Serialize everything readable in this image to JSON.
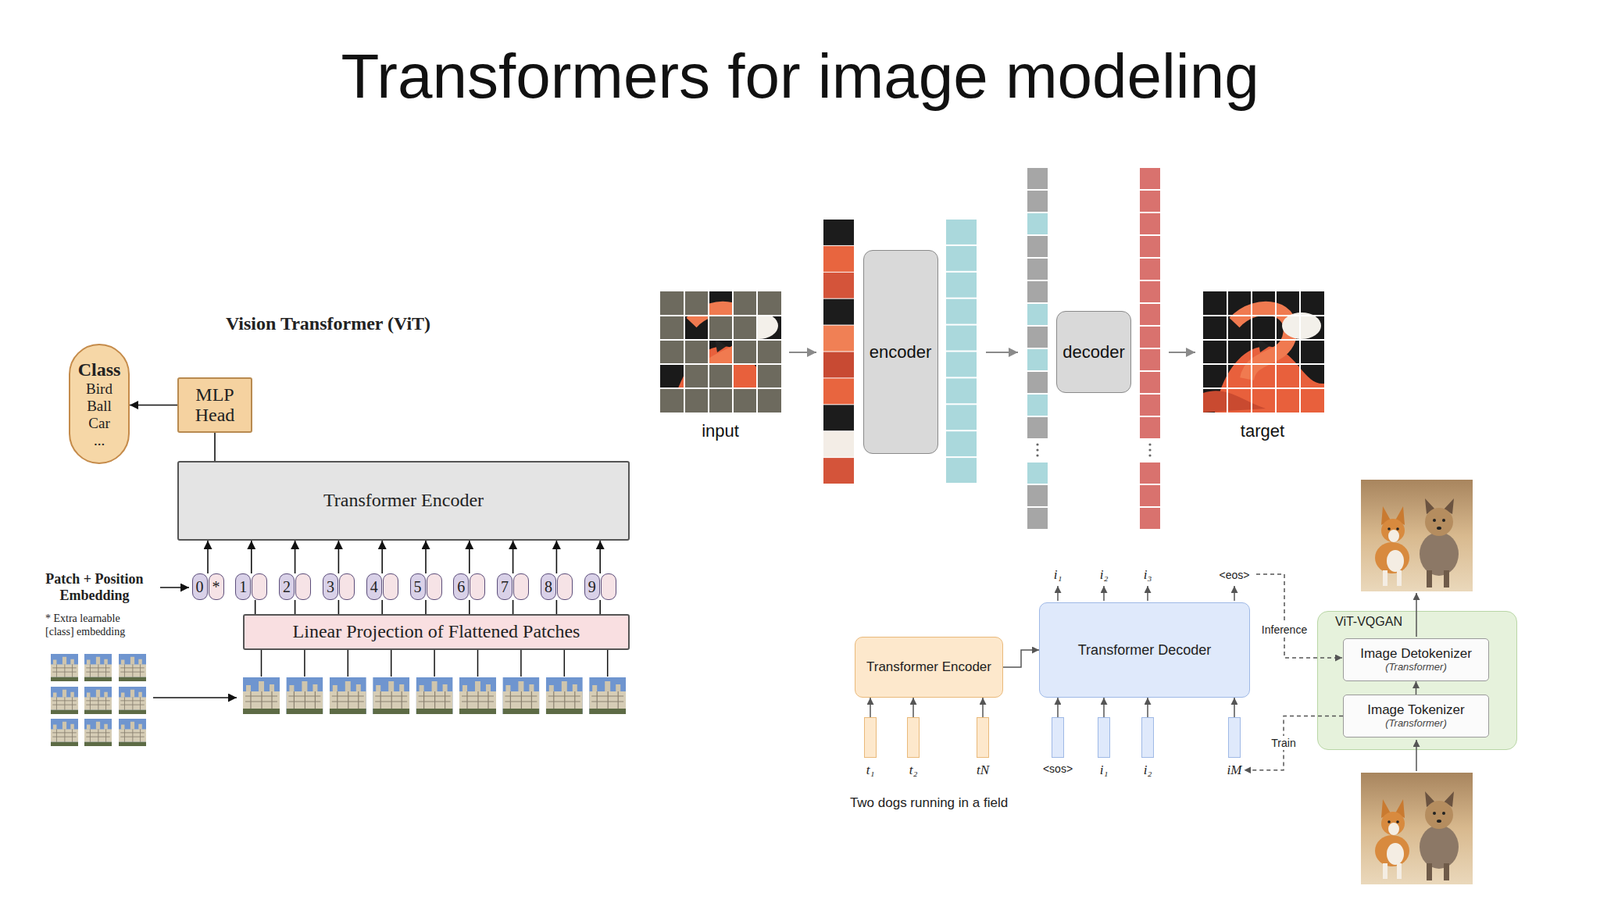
{
  "diagram": {
    "title": "Transformers for image modeling",
    "nodes": [
      {
        "text": [
          "Class",
          "Bird",
          "Ball",
          "Car",
          "..."
        ]
      },
      {
        "text": [
          "MLP Head"
        ]
      },
      {
        "text": [
          "Transformer Encoder"
        ]
      },
      {
        "text": [
          "0",
          "*"
        ]
      },
      {
        "text": [
          "1"
        ]
      },
      {
        "text": [
          "2"
        ]
      },
      {
        "text": [
          "3"
        ]
      },
      {
        "text": [
          "4"
        ]
      },
      {
        "text": [
          "5"
        ]
      },
      {
        "text": [
          "6"
        ]
      },
      {
        "text": [
          "7"
        ]
      },
      {
        "text": [
          "8"
        ]
      },
      {
        "text": [
          "9"
        ]
      },
      {
        "text": [
          "Linear Projection of Flattened Patches"
        ]
      },
      {
        "text": [
          "encoder"
        ]
      },
      {
        "text": [
          "decoder"
        ]
      },
      {
        "text": [
          "Transformer Encoder"
        ]
      },
      {
        "text": [
          "Transformer Decoder"
        ]
      },
      {
        "text": [
          "ViT-VQGAN"
        ]
      },
      {
        "text": [
          "Image Detokenizer",
          "(Transformer)"
        ],
        "in": 18
      },
      {
        "text": [
          "Image Tokenizer",
          "(Transformer)"
        ],
        "in": 18
      },
      {
        "text": [
          "t₁"
        ]
      },
      {
        "text": [
          "t₂"
        ]
      },
      {
        "text": [
          "tN"
        ]
      },
      {
        "text": [
          "<sos>"
        ]
      },
      {
        "text": [
          "i₁"
        ]
      },
      {
        "text": [
          "i₂"
        ]
      },
      {
        "text": [
          "iM"
        ]
      }
    ],
    "edges": [
      {
        "from": 1,
        "to": 0,
        "arrow": "to"
      },
      {
        "from": 2,
        "to": 1,
        "arrow": "none"
      },
      {
        "from": 3,
        "to": 2,
        "arrow": "to"
      },
      {
        "from": 4,
        "to": 2,
        "arrow": "to"
      },
      {
        "from": 5,
        "to": 2,
        "arrow": "to"
      },
      {
        "from": 6,
        "to": 2,
        "arrow": "to"
      },
      {
        "from": 7,
        "to": 2,
        "arrow": "to"
      },
      {
        "from": 8,
        "to": 2,
        "arrow": "to"
      },
      {
        "from": 9,
        "to": 2,
        "arrow": "to"
      },
      {
        "from": 10,
        "to": 2,
        "arrow": "to"
      },
      {
        "from": 11,
        "to": 2,
        "arrow": "to"
      },
      {
        "from": 12,
        "to": 2,
        "arrow": "to"
      },
      {
        "from": 13,
        "to": 4,
        "arrow": "none"
      },
      {
        "from": 13,
        "to": 5,
        "arrow": "none"
      },
      {
        "from": 13,
        "to": 6,
        "arrow": "none"
      },
      {
        "from": 13,
        "to": 7,
        "arrow": "none"
      },
      {
        "from": 13,
        "to": 8,
        "arrow": "none"
      },
      {
        "from": 13,
        "to": 9,
        "arrow": "none"
      },
      {
        "from": 13,
        "to": 10,
        "arrow": "none"
      },
      {
        "from": 13,
        "to": 11,
        "arrow": "none"
      },
      {
        "from": 13,
        "to": 12,
        "arrow": "none"
      },
      {
        "from": 21,
        "to": 16,
        "arrow": "to"
      },
      {
        "from": 22,
        "to": 16,
        "arrow": "to"
      },
      {
        "from": 23,
        "to": 16,
        "arrow": "to"
      },
      {
        "from": 16,
        "to": 17,
        "arrow": "to"
      },
      {
        "from": 24,
        "to": 17,
        "arrow": "to"
      },
      {
        "from": 25,
        "to": 17,
        "arrow": "to"
      },
      {
        "from": 26,
        "to": 17,
        "arrow": "to"
      },
      {
        "from": 27,
        "to": 17,
        "arrow": "to"
      },
      {
        "from": 20,
        "to": 19,
        "arrow": "to"
      },
      {
        "from": 20,
        "to": 27,
        "label": "Train",
        "arrow": "to"
      }
    ],
    "labels": [
      "Vision Transformer (ViT)",
      "Patch + Position Embedding",
      "* Extra learnable [class] embedding",
      "input",
      "target",
      "i₁",
      "i₂",
      "i₃",
      "<eos>",
      "Inference",
      "Two dogs running in a field"
    ]
  }
}
